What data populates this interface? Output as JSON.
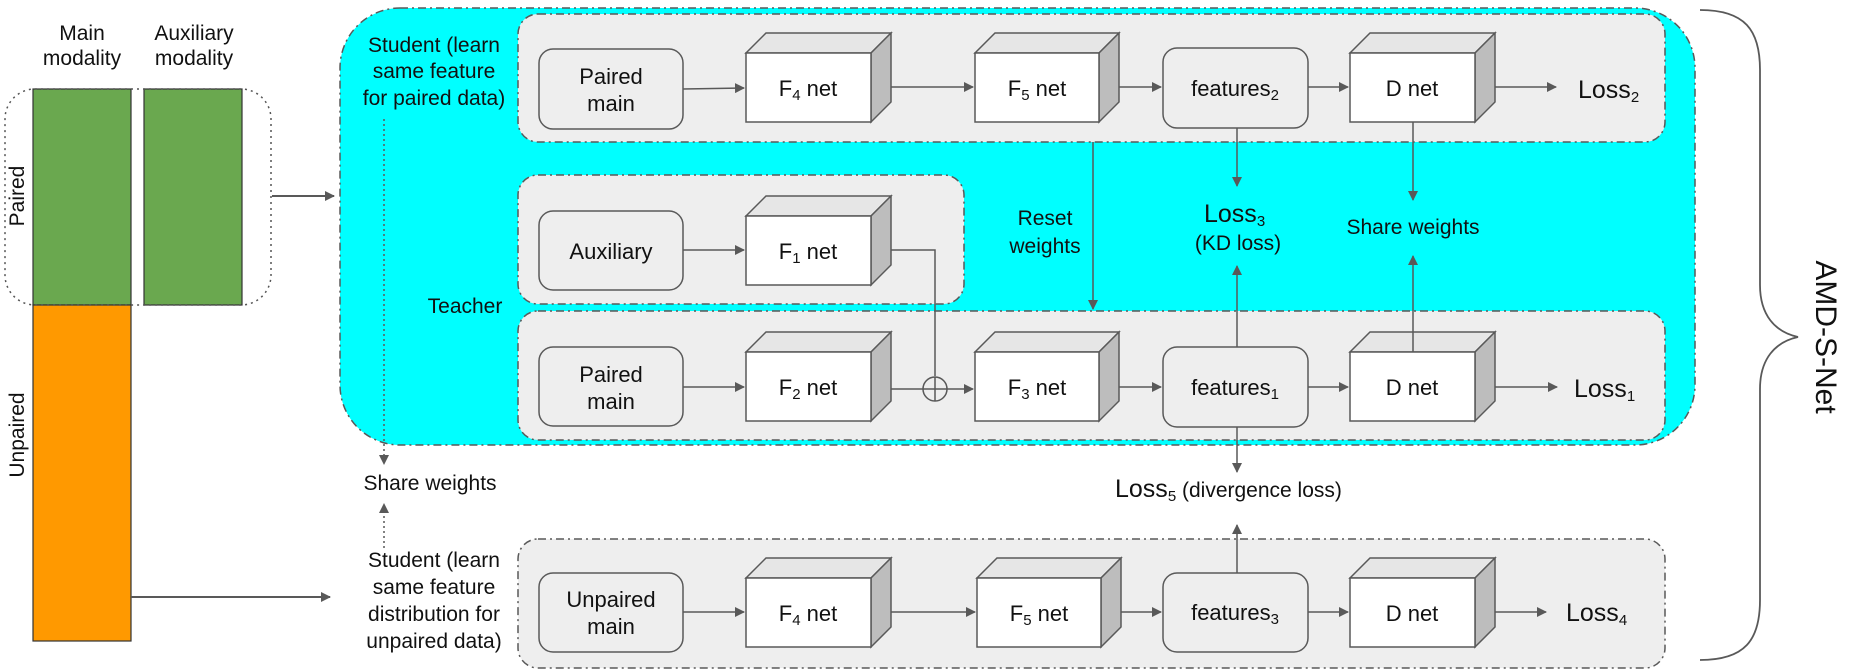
{
  "legend": {
    "main_modality": [
      "Main",
      "modality"
    ],
    "auxiliary_modality": [
      "Auxiliary",
      "modality"
    ],
    "paired": "Paired",
    "unpaired": "Unpaired"
  },
  "colors": {
    "paired_block": "#6aa84f",
    "unpaired_block": "#ff9900",
    "region_fill": "#00ffff",
    "panel_fill": "#eeeeee",
    "node_fill": "#eeeeee",
    "cube_side": "#bdbdbd",
    "cube_top": "#e6e6e6",
    "stroke": "#595959"
  },
  "side_labels": {
    "student_paired": [
      "Student (learn",
      "same feature",
      "for paired data)"
    ],
    "teacher": "Teacher",
    "share_weights_left": "Share weights",
    "student_unpaired": [
      "Student (learn",
      "same feature",
      "distribution for",
      "unpaired data)"
    ],
    "reset_weights": [
      "Reset",
      "weights"
    ],
    "share_weights_right": "Share weights"
  },
  "rows": {
    "row1": {
      "input": [
        "Paired",
        "main"
      ],
      "f_first": {
        "name": "F",
        "sub": "4",
        "suffix": " net"
      },
      "f_second": {
        "name": "F",
        "sub": "5",
        "suffix": " net"
      },
      "features": {
        "name": "features",
        "sub": "2"
      },
      "d": "D net",
      "loss": {
        "name": "Loss",
        "sub": "2"
      }
    },
    "teacher": {
      "input": [
        "Auxiliary"
      ],
      "f": {
        "name": "F",
        "sub": "1",
        "suffix": " net"
      }
    },
    "row3": {
      "input": [
        "Paired",
        "main"
      ],
      "f_first": {
        "name": "F",
        "sub": "2",
        "suffix": " net"
      },
      "f_second": {
        "name": "F",
        "sub": "3",
        "suffix": " net"
      },
      "features": {
        "name": "features",
        "sub": "1"
      },
      "d": "D net",
      "loss": {
        "name": "Loss",
        "sub": "1"
      }
    },
    "row4": {
      "input": [
        "Unpaired",
        "main"
      ],
      "f_first": {
        "name": "F",
        "sub": "4",
        "suffix": " net"
      },
      "f_second": {
        "name": "F",
        "sub": "5",
        "suffix": " net"
      },
      "features": {
        "name": "features",
        "sub": "3"
      },
      "d": "D net",
      "loss": {
        "name": "Loss",
        "sub": "4"
      }
    }
  },
  "losses": {
    "kd": {
      "name": "Loss",
      "sub": "3",
      "note": "(KD loss)"
    },
    "divergence": {
      "name": "Loss",
      "sub": "5",
      "note": " (divergence loss)"
    }
  },
  "brace_label": "AMD-S-Net"
}
